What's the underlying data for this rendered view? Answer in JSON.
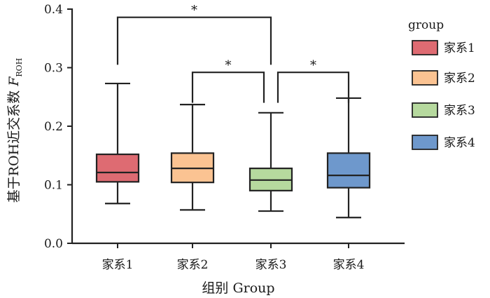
{
  "chart_data": {
    "type": "box",
    "categories": [
      "家系1",
      "家系2",
      "家系3",
      "家系4"
    ],
    "xlabel": "组别 Group",
    "ylabel": {
      "main": "基于ROH近交系数 ",
      "symbol": "F",
      "subscript": "ROH"
    },
    "ylim": [
      0,
      0.4
    ],
    "yticks": [
      "0.0",
      "0.1",
      "0.2",
      "0.3",
      "0.4"
    ],
    "legend": {
      "title": "group",
      "position": "right"
    },
    "series": [
      {
        "name": "家系1",
        "color": "#de6b72",
        "min": 0.068,
        "q1": 0.105,
        "median": 0.121,
        "q3": 0.152,
        "max": 0.273
      },
      {
        "name": "家系2",
        "color": "#fbc392",
        "min": 0.057,
        "q1": 0.104,
        "median": 0.128,
        "q3": 0.154,
        "max": 0.237
      },
      {
        "name": "家系3",
        "color": "#b6d99e",
        "min": 0.055,
        "q1": 0.09,
        "median": 0.108,
        "q3": 0.128,
        "max": 0.223
      },
      {
        "name": "家系4",
        "color": "#6e98cc",
        "min": 0.044,
        "q1": 0.095,
        "median": 0.116,
        "q3": 0.154,
        "max": 0.248
      }
    ],
    "significance": [
      {
        "from": 0,
        "to": 2,
        "y": 0.386,
        "label": "*"
      },
      {
        "from": 1,
        "to": 2,
        "y": 0.292,
        "label": "*"
      },
      {
        "from": 2,
        "to": 3,
        "y": 0.292,
        "label": "*"
      }
    ]
  }
}
